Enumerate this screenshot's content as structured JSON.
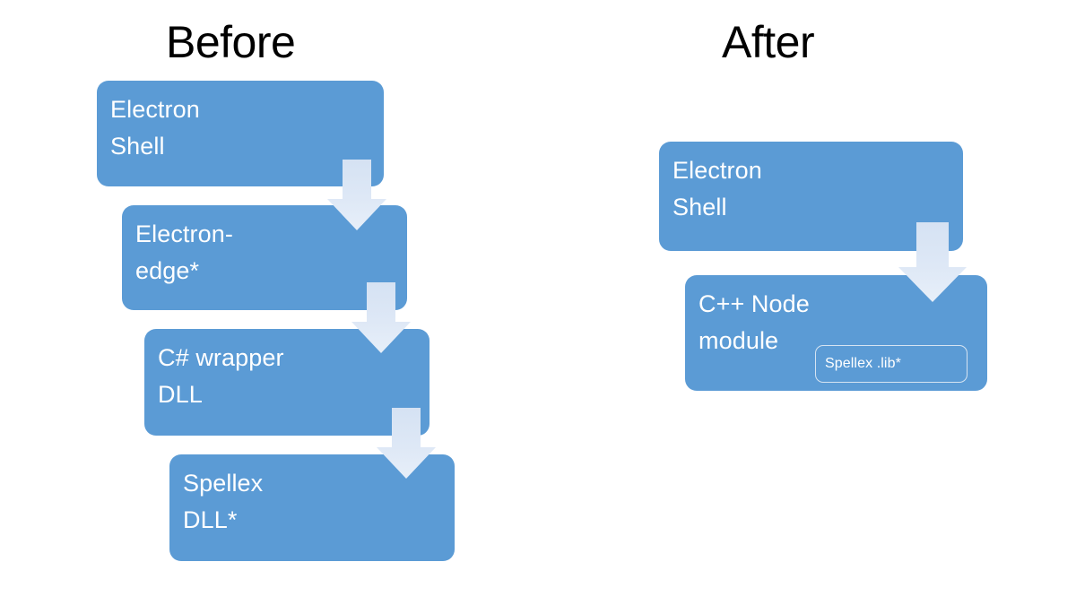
{
  "diagram": {
    "background_color": "#FFFFFF",
    "box_color": "#5B9BD5",
    "arrow_color": "#DEE8F6",
    "text_color": "#FFFFFF",
    "title_color": "#000000",
    "columns": [
      {
        "id": "before",
        "title": "Before",
        "boxes": [
          {
            "id": "electron-shell",
            "label": "Electron\nShell"
          },
          {
            "id": "electron-edge",
            "label": "Electron-\nedge*"
          },
          {
            "id": "csharp-wrapper",
            "label": "C# wrapper\nDLL"
          },
          {
            "id": "spellex-dll",
            "label": "Spellex\nDLL*"
          }
        ],
        "arrows": [
          {
            "id": "shell-to-edge",
            "from": "electron-shell",
            "to": "electron-edge",
            "direction": "down"
          },
          {
            "id": "edge-to-wrapper",
            "from": "electron-edge",
            "to": "csharp-wrapper",
            "direction": "down"
          },
          {
            "id": "wrapper-to-dll",
            "from": "csharp-wrapper",
            "to": "spellex-dll",
            "direction": "down"
          }
        ]
      },
      {
        "id": "after",
        "title": "After",
        "boxes": [
          {
            "id": "after-electron-shell",
            "label": "Electron\nShell"
          },
          {
            "id": "cpp-node-module",
            "label": "C++ Node\nmodule",
            "sub_box": {
              "id": "spellex-lib",
              "label": "Spellex .lib*"
            }
          }
        ],
        "arrows": [
          {
            "id": "after-shell-to-node",
            "from": "after-electron-shell",
            "to": "cpp-node-module",
            "direction": "down"
          }
        ]
      }
    ]
  }
}
